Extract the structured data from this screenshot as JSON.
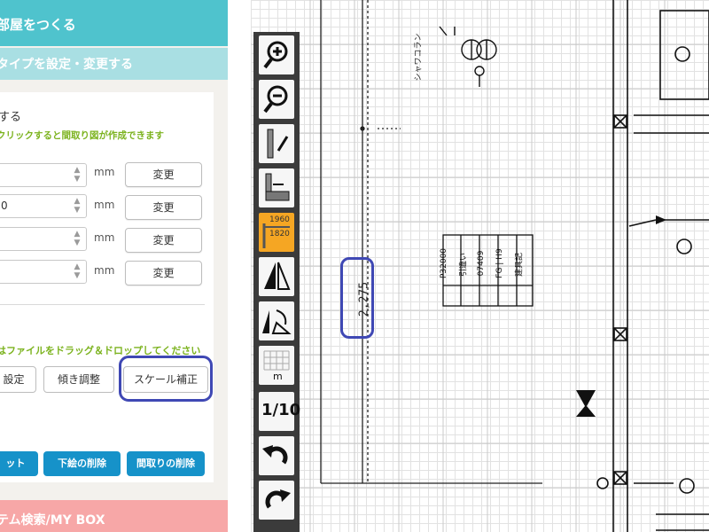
{
  "left_panel": {
    "header_title": "部屋をつくる",
    "header_sub": "タイプを設定・変更する",
    "section_title": "する",
    "section_hint": "クリックすると間取り図が作成できます",
    "dimension_rows": [
      {
        "value": "",
        "unit": "mm",
        "button": "変更"
      },
      {
        "value": "0",
        "unit": "mm",
        "button": "変更"
      },
      {
        "value": "",
        "unit": "mm",
        "button": "変更"
      },
      {
        "value": "",
        "unit": "mm",
        "button": "変更"
      }
    ],
    "drop_hint": "はファイルをドラッグ＆ドロップしてください",
    "tool_buttons": {
      "settings": "設定",
      "tilt": "傾き調整",
      "scale": "スケール補正"
    },
    "action_buttons": {
      "reset": "ット",
      "delete_underlay": "下絵の削除",
      "delete_floorplan": "間取りの削除"
    },
    "footer_title": "テム検索/MY BOX"
  },
  "toolbar": {
    "tools": [
      {
        "icon": "zoom-in-icon"
      },
      {
        "icon": "zoom-out-icon"
      },
      {
        "icon": "pencil-wall-icon"
      },
      {
        "icon": "ruler-icon"
      },
      {
        "icon": "dimension-icon",
        "top_value": "1960",
        "bottom_value": "1820"
      },
      {
        "icon": "mirror-icon"
      },
      {
        "icon": "rotate-shape-icon"
      },
      {
        "icon": "grid-meter-icon",
        "label": "m"
      },
      {
        "icon": "fraction-icon",
        "label": "1/10"
      },
      {
        "icon": "undo-icon"
      },
      {
        "icon": "redo-icon"
      }
    ]
  },
  "drawing": {
    "dimension_label": "2,275",
    "vertical_text": "シャワコラン",
    "info_table_cols": [
      "P32000",
      "引違い",
      "07409",
      "FG  |  H9",
      "建具記"
    ]
  },
  "colors": {
    "accent_teal": "#4fc3cd",
    "accent_light_teal": "#a9dfe3",
    "accent_green": "#7cb31f",
    "accent_blue": "#1692c9",
    "accent_pink": "#f7a7a7",
    "highlight_ring": "#3f48b4",
    "active_tool": "#f5a623"
  }
}
